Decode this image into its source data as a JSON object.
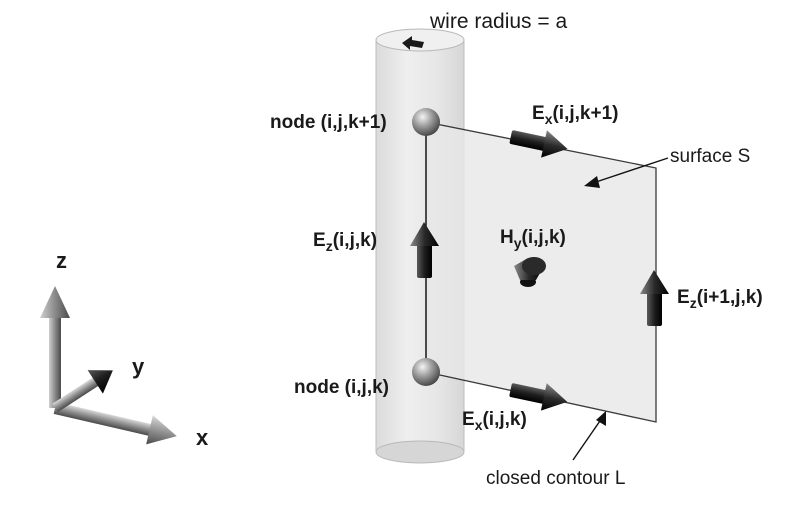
{
  "labels": {
    "wire_radius": "wire radius = a",
    "node_top": "node (i,j,k+1)",
    "node_bottom": "node (i,j,k)",
    "ex_top": {
      "main": "E",
      "sub": "x",
      "tail": "(i,j,k+1)"
    },
    "ex_bottom": {
      "main": "E",
      "sub": "x",
      "tail": "(i,j,k)"
    },
    "ez_left": {
      "main": "E",
      "sub": "z",
      "tail": "(i,j,k)"
    },
    "ez_right": {
      "main": "E",
      "sub": "z",
      "tail": "(i+1,j,k)"
    },
    "hy_center": {
      "main": "H",
      "sub": "y",
      "tail": "(i,j,k)"
    },
    "surface": "surface S",
    "contour": "closed contour L",
    "axis_x": "x",
    "axis_y": "y",
    "axis_z": "z"
  },
  "colors": {
    "wire_fill": "#e6e6e6",
    "plate_fill": "#e9e9e9",
    "arrow_dark": "#222222",
    "arrow_light": "#9a9a9a",
    "line": "#111111"
  }
}
